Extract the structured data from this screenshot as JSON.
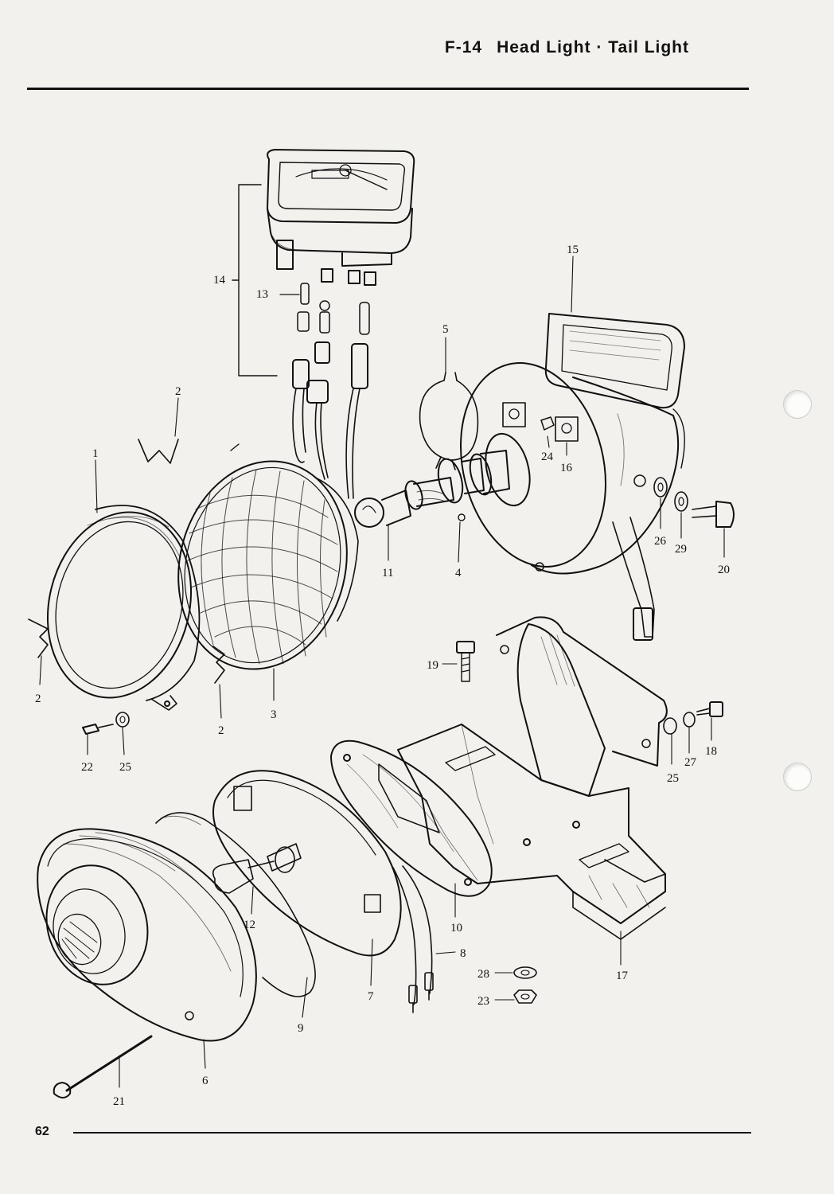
{
  "header": {
    "section_code": "F-14",
    "section_title": "Head Light · Tail Light"
  },
  "footer": {
    "page_number": "62"
  },
  "callouts": {
    "1": "1",
    "2": "2",
    "3": "3",
    "4": "4",
    "5": "5",
    "6": "6",
    "7": "7",
    "8": "8",
    "9": "9",
    "10": "10",
    "11": "11",
    "12": "12",
    "13": "13",
    "14": "14",
    "15": "15",
    "16": "16",
    "17": "17",
    "18": "18",
    "19": "19",
    "20": "20",
    "21": "21",
    "22": "22",
    "23": "23",
    "24": "24",
    "25": "25",
    "26": "26",
    "27": "27",
    "28": "28",
    "29": "29"
  }
}
